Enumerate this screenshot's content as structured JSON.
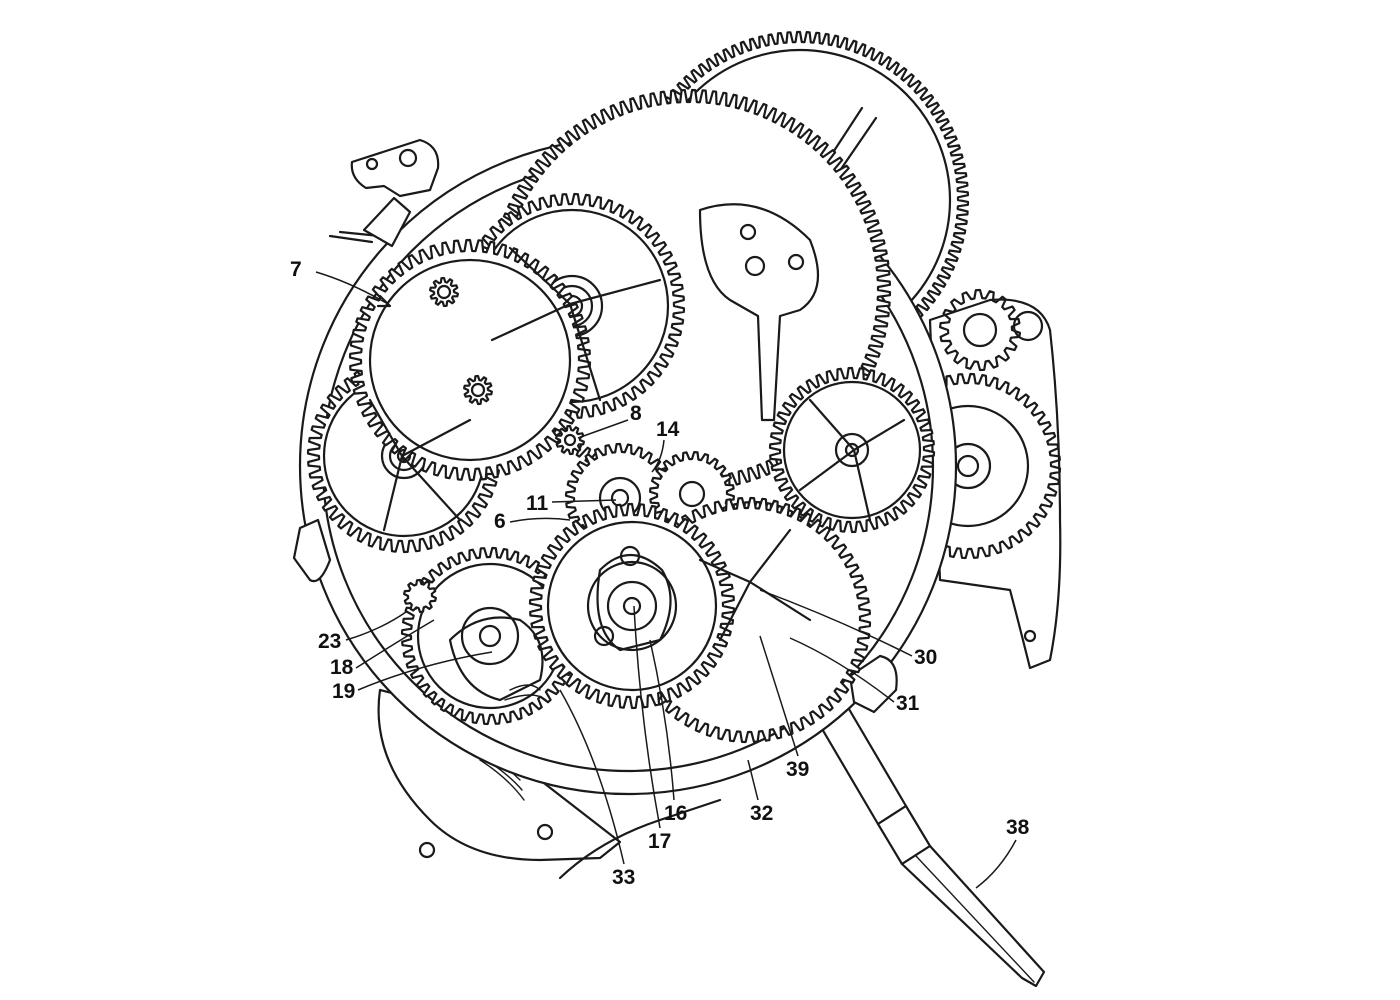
{
  "figure": {
    "colors": {
      "ink": "#1a1a1a",
      "paper": "#ffffff"
    }
  },
  "references": [
    {
      "id": "7",
      "label": "7"
    },
    {
      "id": "8",
      "label": "8"
    },
    {
      "id": "14",
      "label": "14"
    },
    {
      "id": "11",
      "label": "11"
    },
    {
      "id": "6",
      "label": "6"
    },
    {
      "id": "23",
      "label": "23"
    },
    {
      "id": "18",
      "label": "18"
    },
    {
      "id": "19",
      "label": "19"
    },
    {
      "id": "30",
      "label": "30"
    },
    {
      "id": "31",
      "label": "31"
    },
    {
      "id": "39",
      "label": "39"
    },
    {
      "id": "32",
      "label": "32"
    },
    {
      "id": "16",
      "label": "16"
    },
    {
      "id": "17",
      "label": "17"
    },
    {
      "id": "33",
      "label": "33"
    },
    {
      "id": "38",
      "label": "38"
    }
  ]
}
